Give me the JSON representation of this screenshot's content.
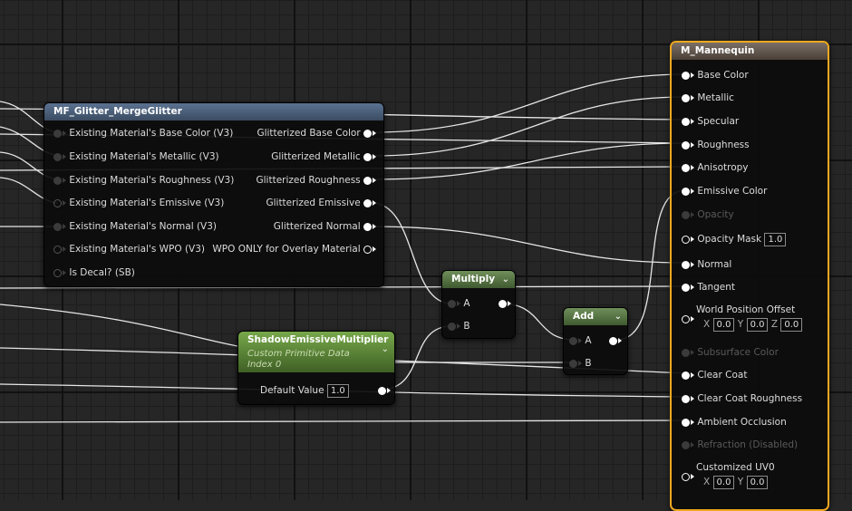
{
  "colors": {
    "graph_bg": "#262626",
    "material_header": "#4c5f78",
    "green_header": "#5e8a3a",
    "selection_border": "#f0a81e"
  },
  "glitter_node": {
    "title": "MF_Glitter_MergeGlitter",
    "inputs": [
      "Existing Material's Base Color (V3)",
      "Existing Material's Metallic (V3)",
      "Existing Material's Roughness (V3)",
      "Existing Material's Emissive (V3)",
      "Existing Material's Normal (V3)",
      "Existing Material's WPO (V3)",
      "Is Decal? (SB)"
    ],
    "outputs": [
      "Glitterized Base Color",
      "Glitterized Metallic",
      "Glitterized Roughness",
      "Glitterized Emissive",
      "Glitterized Normal",
      "WPO ONLY for Overlay Material"
    ]
  },
  "multiply_node": {
    "title": "Multiply",
    "pin_a": "A",
    "pin_b": "B"
  },
  "add_node": {
    "title": "Add",
    "pin_a": "A",
    "pin_b": "B"
  },
  "shadow_node": {
    "title": "ShadowEmissiveMultiplier",
    "subtitle": "Custom Primitive Data",
    "index": "Index 0",
    "default_label": "Default Value",
    "default_value": "1.0"
  },
  "material_node": {
    "title": "M_Mannequin",
    "pins": {
      "base_color": "Base Color",
      "metallic": "Metallic",
      "specular": "Specular",
      "roughness": "Roughness",
      "anisotropy": "Anisotropy",
      "emissive_color": "Emissive Color",
      "opacity": "Opacity",
      "opacity_mask": "Opacity Mask",
      "opacity_mask_value": "1.0",
      "normal": "Normal",
      "tangent": "Tangent",
      "wpo": "World Position Offset",
      "wpo_x_label": "X",
      "wpo_x": "0.0",
      "wpo_y_label": "Y",
      "wpo_y": "0.0",
      "wpo_z_label": "Z",
      "wpo_z": "0.0",
      "subsurface": "Subsurface Color",
      "clear_coat": "Clear Coat",
      "clear_coat_roughness": "Clear Coat Roughness",
      "ambient_occlusion": "Ambient Occlusion",
      "refraction": "Refraction (Disabled)",
      "customized_uv0": "Customized UV0",
      "uv_x_label": "X",
      "uv_x": "0.0",
      "uv_y_label": "Y",
      "uv_y": "0.0"
    }
  }
}
